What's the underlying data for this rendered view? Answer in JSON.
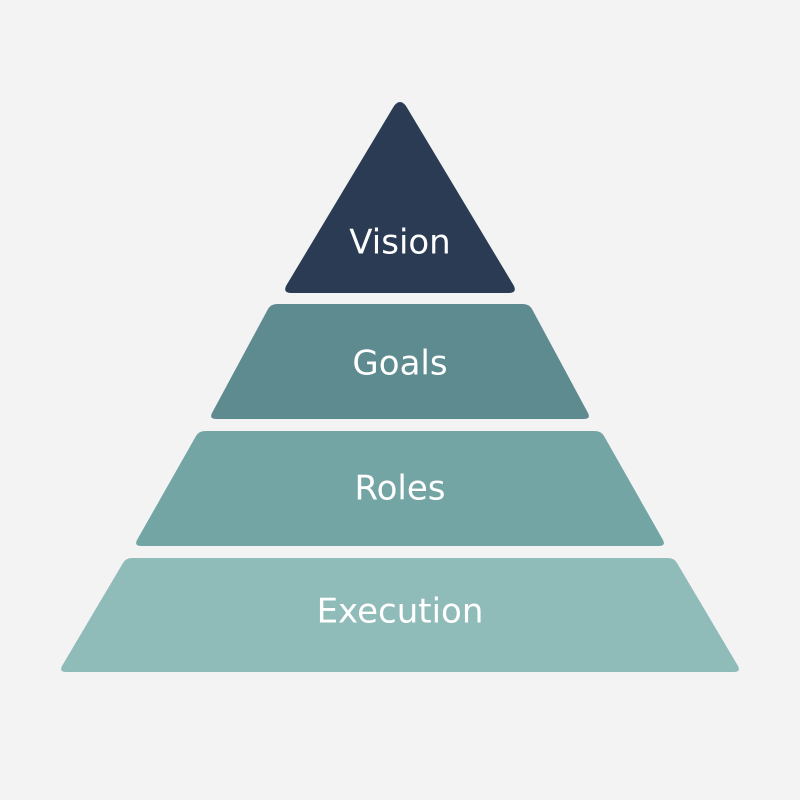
{
  "pyramid": {
    "background": "#f3f3f3",
    "tiers": [
      {
        "label": "Vision",
        "color": "#2a3b53"
      },
      {
        "label": "Goals",
        "color": "#5e8b90"
      },
      {
        "label": "Roles",
        "color": "#74a5a5"
      },
      {
        "label": "Execution",
        "color": "#8fbbb9"
      }
    ]
  }
}
